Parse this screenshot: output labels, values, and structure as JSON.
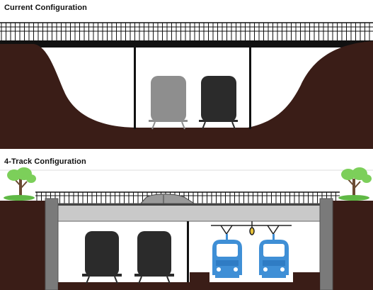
{
  "panels": {
    "current": {
      "title": "Current Configuration"
    },
    "four_track": {
      "title": "4-Track Configuration"
    }
  },
  "colors": {
    "earth": "#3a1d17",
    "freight_gray": "#8e8e8e",
    "freight_dark": "#2b2b2b",
    "light_rail_blue": "#3f8fd6",
    "concrete": "#c9c9c9",
    "abutment": "#7a7a7a",
    "tree_green": "#7ccf5a"
  },
  "icons": [
    "railing",
    "freight-car",
    "light-rail-vehicle",
    "catenary",
    "tree",
    "car"
  ]
}
